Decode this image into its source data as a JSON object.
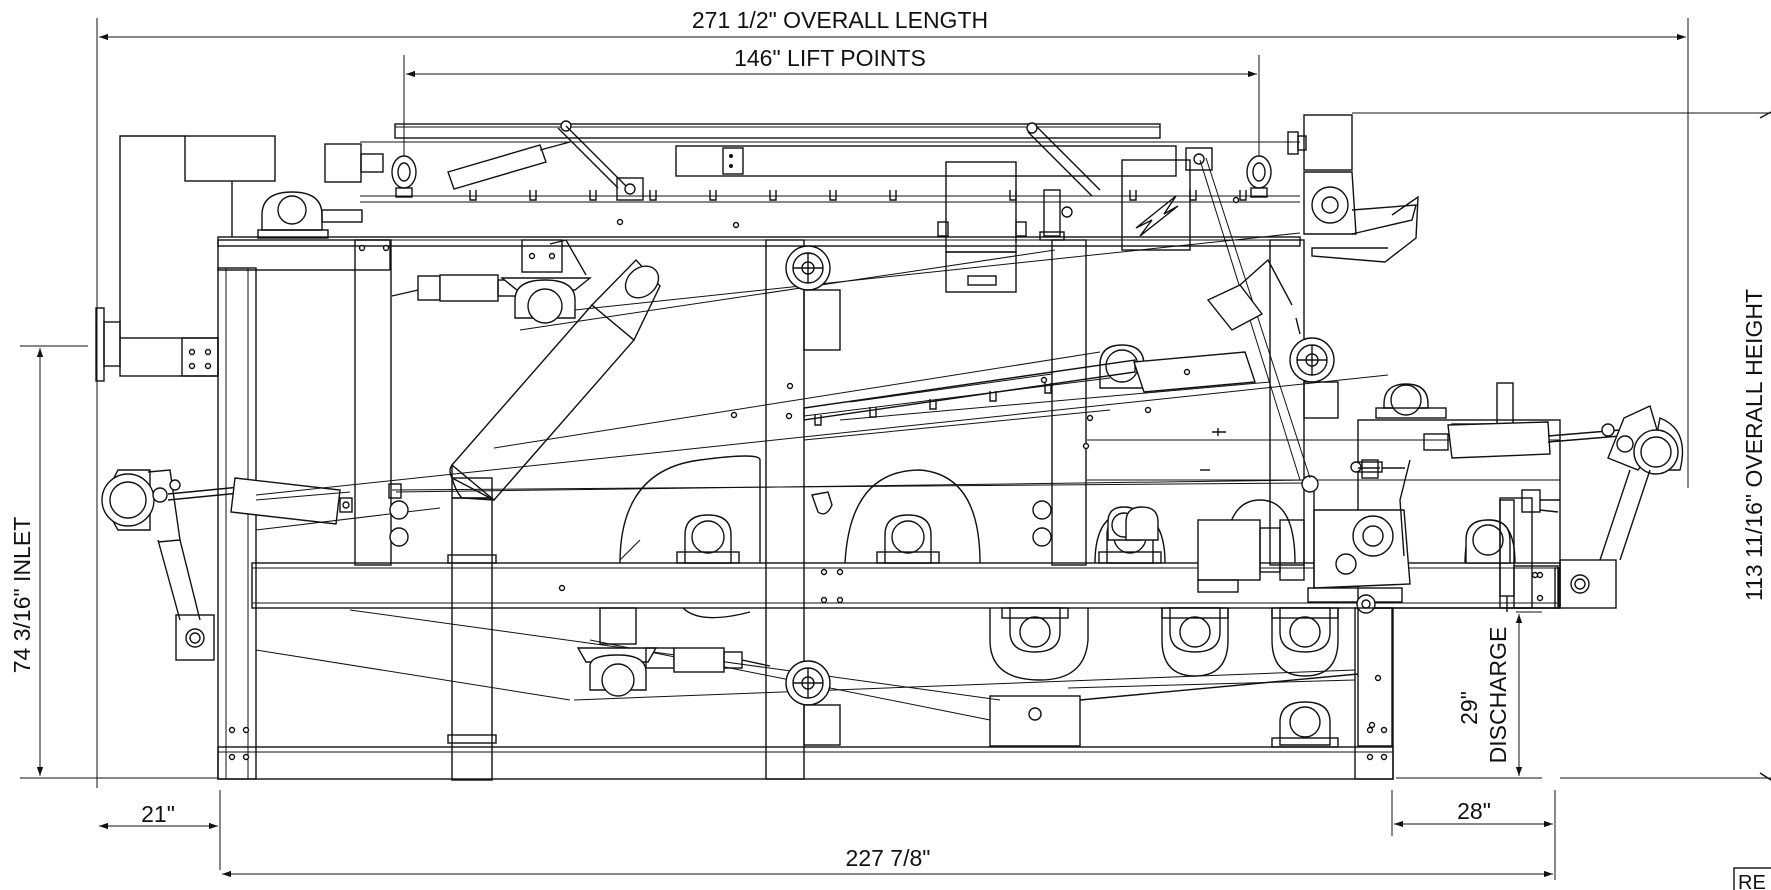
{
  "drawing": {
    "stroke_color": "#111111",
    "background": "#ffffff"
  },
  "dimensions": {
    "overall_length": "271 1/2\" OVERALL LENGTH",
    "lift_points": "146\" LIFT POINTS",
    "overall_height": "113 11/16\" OVERALL HEIGHT",
    "inlet": "74 3/16\" INLET",
    "inlet_offset": "21\"",
    "frame_length": "227 7/8\"",
    "discharge_offset": "28\"",
    "discharge_height_value": "29\"",
    "discharge_height_label": "DISCHARGE"
  },
  "title_block": {
    "text": "RE"
  }
}
